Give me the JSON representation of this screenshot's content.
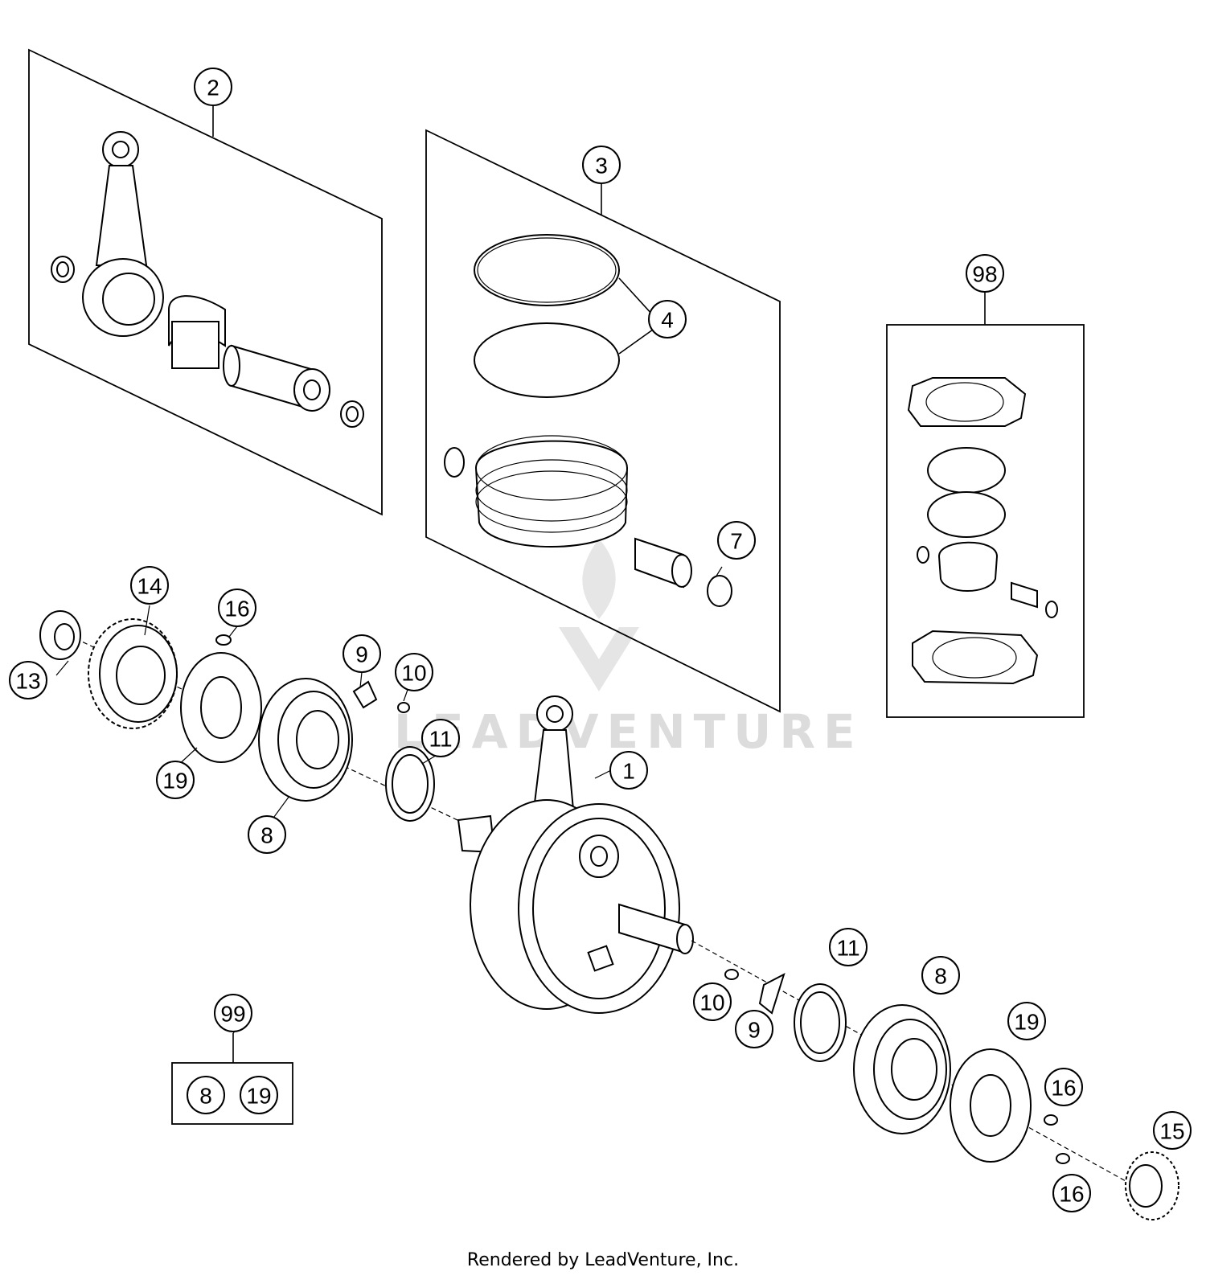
{
  "footer_text": "Rendered by LeadVenture, Inc.",
  "watermark_text": "LEADVENTURE",
  "callouts": {
    "c1": "1",
    "c2": "2",
    "c3": "3",
    "c4": "4",
    "c7": "7",
    "c8a": "8",
    "c8b": "8",
    "c8c": "8",
    "c9a": "9",
    "c9b": "9",
    "c10a": "10",
    "c10b": "10",
    "c11a": "11",
    "c11b": "11",
    "c13": "13",
    "c14": "14",
    "c15": "15",
    "c16a": "16",
    "c16b": "16",
    "c16c": "16",
    "c19a": "19",
    "c19b": "19",
    "c19c": "19",
    "c98": "98",
    "c99": "99"
  }
}
